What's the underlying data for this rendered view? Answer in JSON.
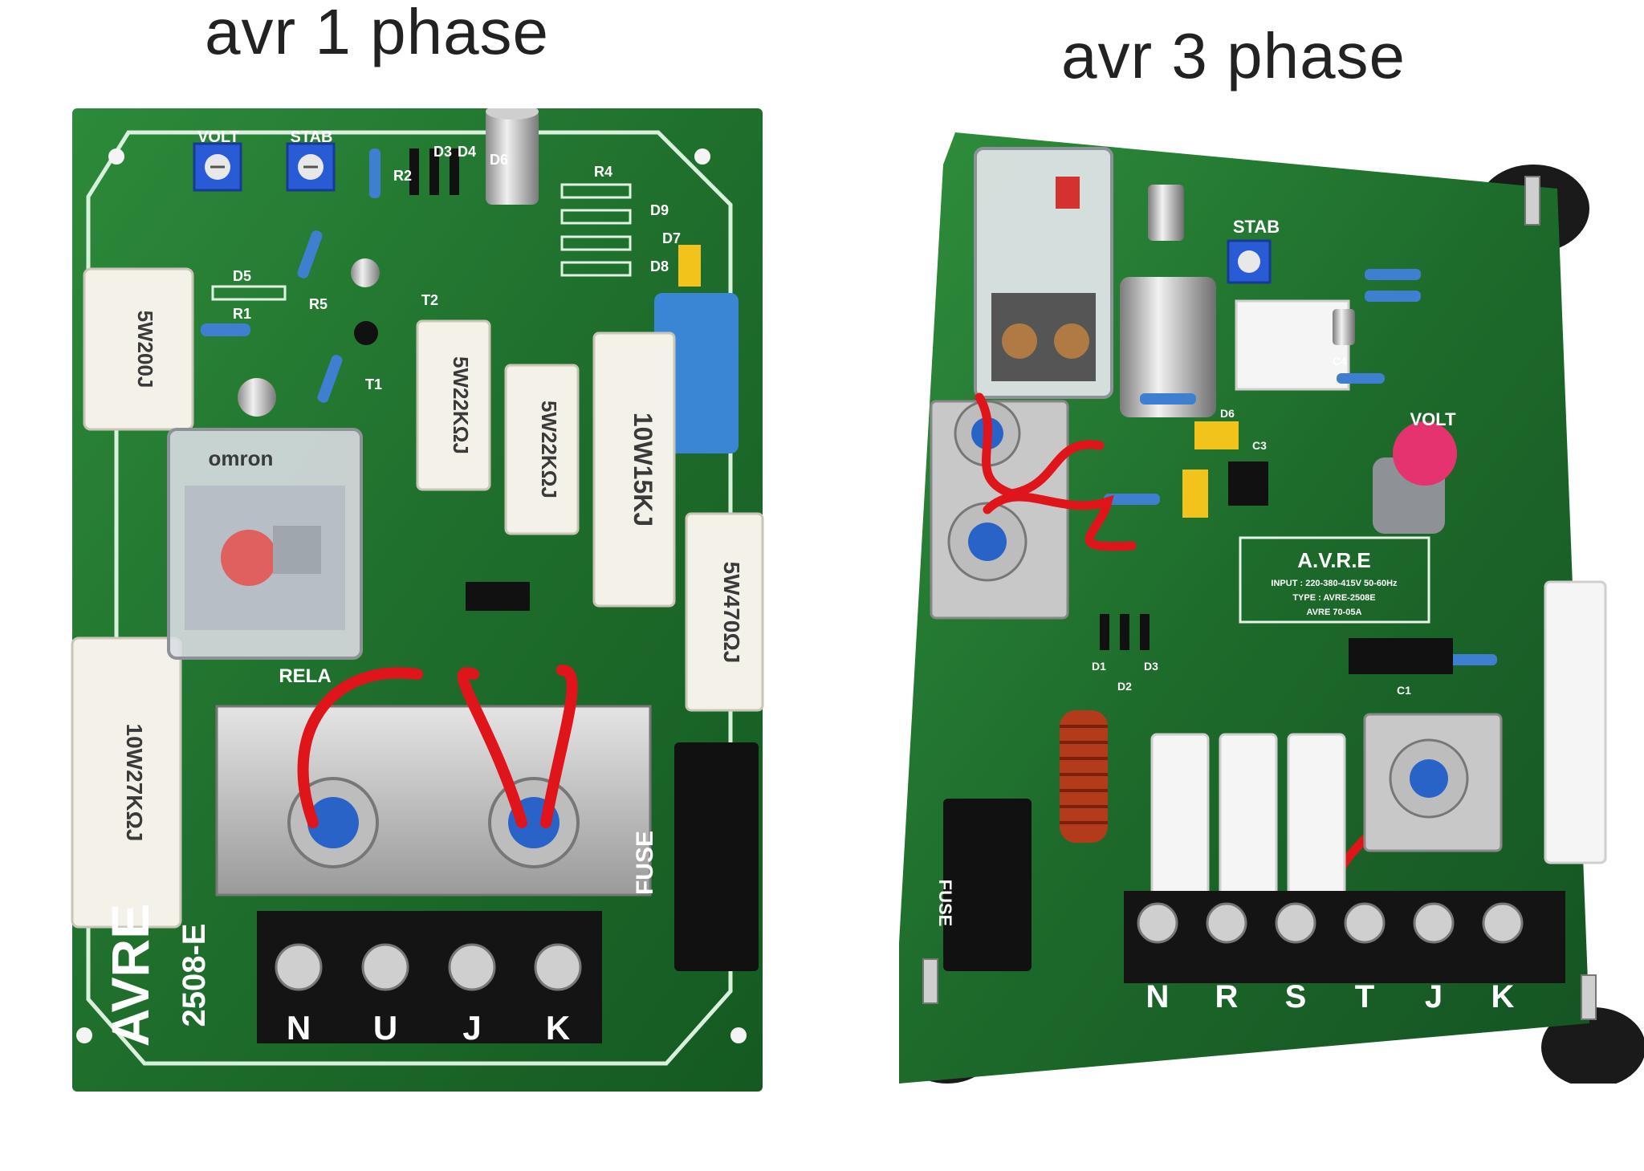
{
  "captions": {
    "left": "avr 1 phase",
    "right": "avr 3 phase"
  },
  "board_1phase": {
    "terminals": [
      "N",
      "U",
      "J",
      "K"
    ],
    "trimmers": [
      "VOLT",
      "STAB"
    ],
    "brand": "AVRE",
    "model": "2508-E",
    "fuse_label": "FUSE",
    "relay_brand": "omron",
    "relay_label": "RELA",
    "resistors": [
      "5W200J",
      "5W22KΩJ",
      "5W22KΩJ",
      "10W15KJ",
      "5W470ΩJ",
      "10W27KΩJ"
    ],
    "component_refs": [
      "R4",
      "D9",
      "D7",
      "D8",
      "D5",
      "R1",
      "R2",
      "R5",
      "D3",
      "D4",
      "D6",
      "T1",
      "T2"
    ]
  },
  "board_3phase": {
    "terminals": [
      "N",
      "R",
      "S",
      "T",
      "J",
      "K"
    ],
    "trimmers": [
      "STAB",
      "VOLT"
    ],
    "panel_title": "A.V.R.E",
    "panel_lines": [
      "INPUT : 220-380-415V 50-60Hz",
      "TYPE : AVRE-2508E",
      "AVRE 70-05A"
    ],
    "fuse_label": "FUSE",
    "component_refs": [
      "C4",
      "C3",
      "D6",
      "D1",
      "D2",
      "D3",
      "C1"
    ]
  }
}
